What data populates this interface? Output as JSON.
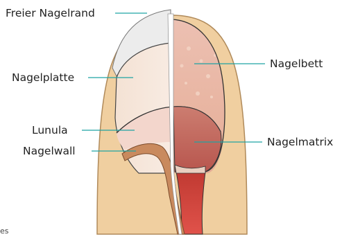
{
  "labels": {
    "freier_nagelrand": "Freier Nagelrand",
    "nagelplatte": "Nagelplatte",
    "lunula": "Lunula",
    "nagelwall": "Nagelwall",
    "nagelbett": "Nagelbett",
    "nagelmatrix": "Nagelmatrix"
  },
  "footer_fragment": "es",
  "colors": {
    "skin": "#f0cfa0",
    "skin_outline": "#b08a5a",
    "nail_plate": "#f6e6d8",
    "nail_free_edge": "#ececec",
    "nail_bed": "#eab8a6",
    "lunula": "#f3d6cc",
    "matrix": "#c9706a",
    "leader_line": "#1fa3a3"
  }
}
